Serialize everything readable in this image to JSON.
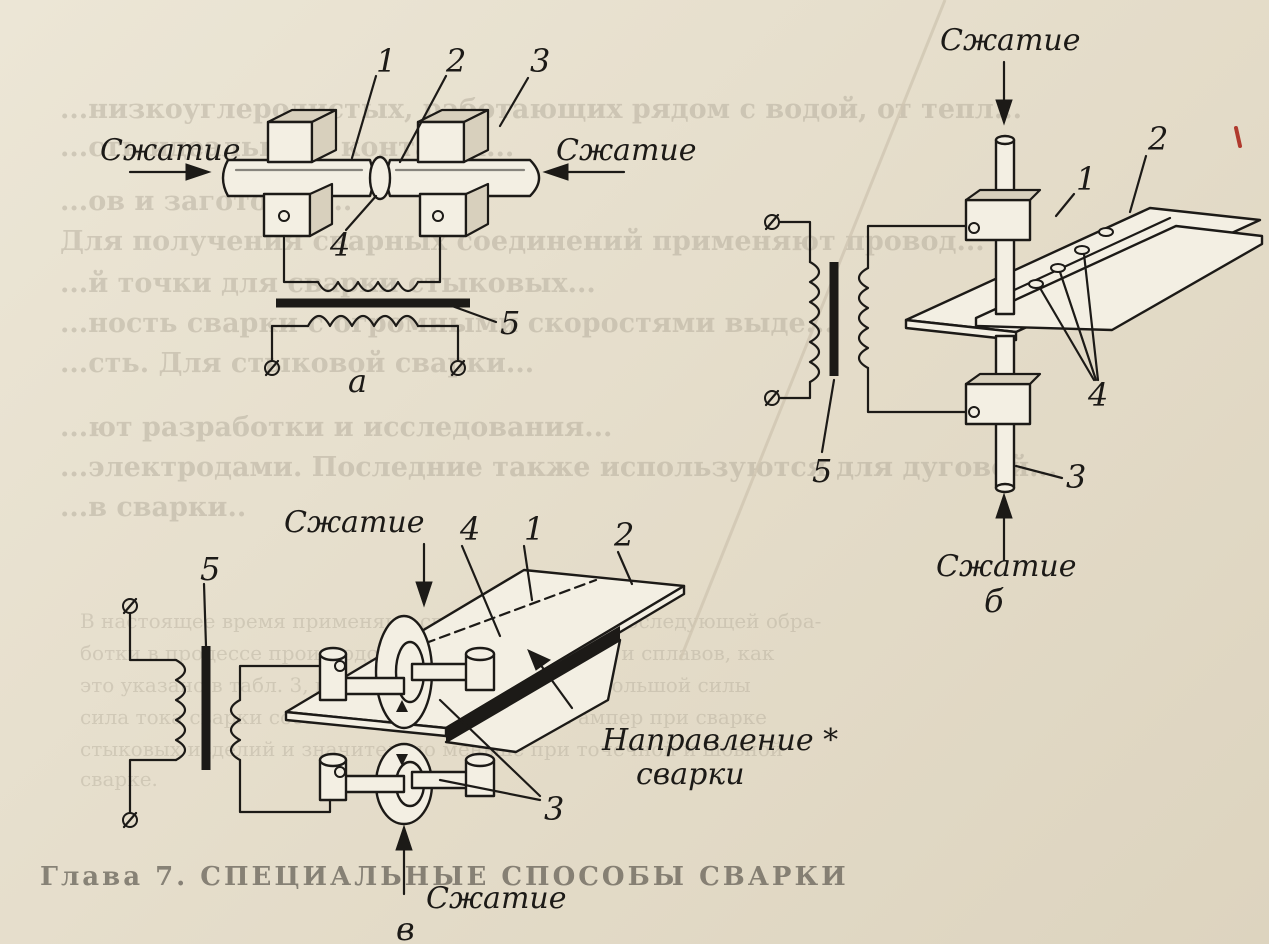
{
  "figure": {
    "compression_label": "Сжатие",
    "direction_label_line1": "Направление *",
    "direction_label_line2": "сварки",
    "sub_a": "а",
    "sub_b": "б",
    "sub_v": "в",
    "n1": "1",
    "n2": "2",
    "n3": "3",
    "n4": "4",
    "n5": "5"
  },
  "background_text": {
    "top_lines": [
      "...низкоуглеродистых, работающих рядом с водой, от тепл...",
      "...сть идеального контакта...",
      "...ов и заготовок...",
      "Для получения сварных соединений применяют провод...",
      "...й точки для сварки стыковых...",
      "...ность сварки с огромными скоростями выде...",
      "...сть. Для стыковой сварки...",
      "...ют разработки и исследования...",
      "...электродами. Последние также используются для дуговой...",
      "...в сварки.."
    ],
    "paragraph": [
      "В настоящее время применяют способы сварки и последующей обра-",
      "ботки в процессе производства изделий из сталей и сплавов, как",
      "это указано в табл. 3, в которых используют ток большой силы",
      "сила тока сварки составляет несколько тысяч ампер при сварке",
      "стыковых изделий и значительно меньше при точечной и шовной",
      "сварке."
    ],
    "heading": "Глава 7. СПЕЦИАЛЬНЫЕ СПОСОБЫ СВАРКИ"
  },
  "colors": {
    "ink": "#1c1a17",
    "paper": "#e7e0cf",
    "bleed_through": "#9e9686"
  }
}
